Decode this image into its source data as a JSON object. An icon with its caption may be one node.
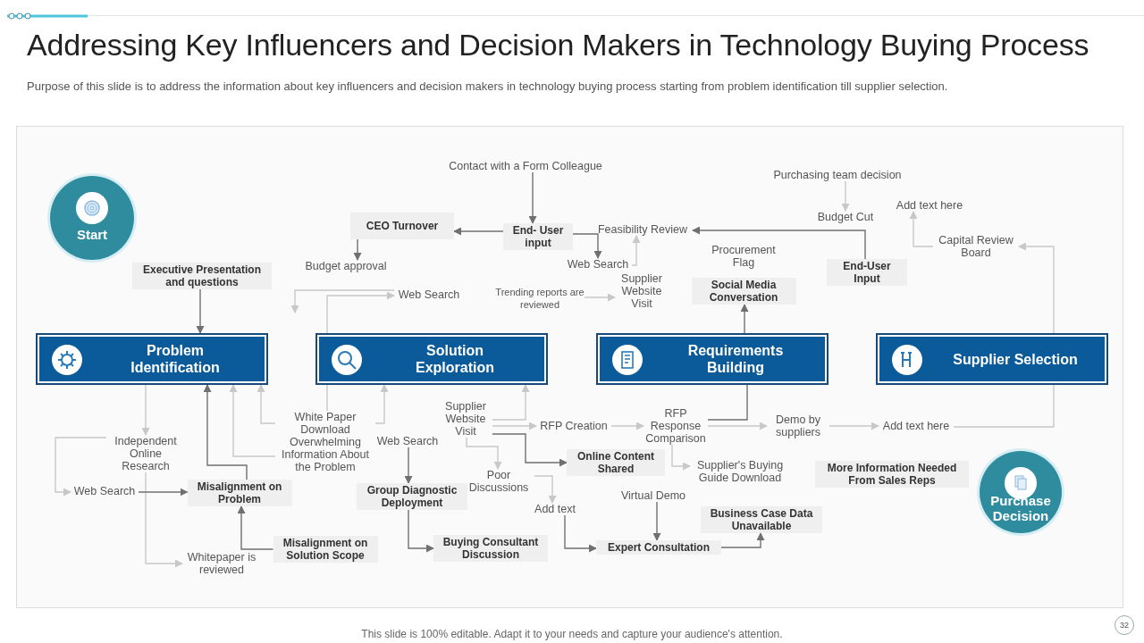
{
  "diagram": {
    "title": "Addressing Key Influencers and Decision Makers in Technology Buying Process",
    "nodes": [
      {
        "text": [
          "Start"
        ]
      },
      {
        "text": [
          "Contact with a Form Colleague"
        ]
      },
      {
        "text": [
          "CEO Turnover"
        ]
      },
      {
        "text": [
          "End- User input"
        ]
      },
      {
        "text": [
          "Feasibility Review"
        ]
      },
      {
        "text": [
          "Purchasing team decision"
        ]
      },
      {
        "text": [
          "Budget Cut"
        ]
      },
      {
        "text": [
          "Add text here"
        ]
      },
      {
        "text": [
          "Capital Review Board"
        ]
      },
      {
        "text": [
          "Executive Presentation and questions"
        ]
      },
      {
        "text": [
          "Budget approval"
        ]
      },
      {
        "text": [
          "Web Search"
        ]
      },
      {
        "text": [
          "Web Search"
        ]
      },
      {
        "text": [
          "Procurement Flag"
        ]
      },
      {
        "text": [
          "End-User Input"
        ]
      },
      {
        "text": [
          "Trending reports are reviewed"
        ]
      },
      {
        "text": [
          "Supplier Website Visit"
        ]
      },
      {
        "text": [
          "Social Media Conversation"
        ]
      },
      {
        "text": [
          "Problem Identification"
        ]
      },
      {
        "text": [
          "Solution Exploration"
        ]
      },
      {
        "text": [
          "Requirements Building"
        ]
      },
      {
        "text": [
          "Supplier Selection"
        ]
      },
      {
        "text": [
          "Independent Online Research"
        ]
      },
      {
        "text": [
          "White Paper Download Overwhelming Information About the Problem"
        ]
      },
      {
        "text": [
          "Supplier Website Visit"
        ]
      },
      {
        "text": [
          "RFP Creation"
        ]
      },
      {
        "text": [
          "RFP Response Comparison"
        ]
      },
      {
        "text": [
          "Demo by suppliers"
        ]
      },
      {
        "text": [
          "Add text here"
        ]
      },
      {
        "text": [
          "Web Search"
        ]
      },
      {
        "text": [
          "Web Search"
        ]
      },
      {
        "text": [
          "Misalignment on Problem"
        ]
      },
      {
        "text": [
          "Online Content Shared"
        ]
      },
      {
        "text": [
          "Supplier's Buying Guide Download"
        ]
      },
      {
        "text": [
          "More Information Needed From Sales Reps"
        ]
      },
      {
        "text": [
          "Group Diagnostic Deployment"
        ]
      },
      {
        "text": [
          "Poor Discussions"
        ]
      },
      {
        "text": [
          "Virtual Demo"
        ]
      },
      {
        "text": [
          "Purchase Decision"
        ]
      },
      {
        "text": [
          "Add text"
        ]
      },
      {
        "text": [
          "Business Case Data Unavailable"
        ]
      },
      {
        "text": [
          "Misalignment on Solution Scope"
        ]
      },
      {
        "text": [
          "Buying Consultant Discussion"
        ]
      },
      {
        "text": [
          "Whitepaper is reviewed"
        ]
      },
      {
        "text": [
          "Expert Consultation"
        ]
      }
    ],
    "edges": [
      {
        "from": 1,
        "to": 3,
        "arrow": "to",
        "color": "#707070"
      },
      {
        "from": 3,
        "to": 2,
        "arrow": "to",
        "color": "#707070"
      },
      {
        "from": 2,
        "to": 10,
        "arrow": "to",
        "color": "#707070"
      },
      {
        "from": 3,
        "to": 12,
        "arrow": "to",
        "color": "#707070"
      },
      {
        "from": 12,
        "to": 4,
        "arrow": "to"
      },
      {
        "from": 5,
        "to": 6,
        "arrow": "to"
      },
      {
        "from": 14,
        "to": 4,
        "arrow": "to",
        "color": "#707070"
      },
      {
        "from": 8,
        "to": 7,
        "arrow": "to"
      },
      {
        "from": 21,
        "to": 8,
        "arrow": "to"
      },
      {
        "from": 15,
        "to": 16,
        "arrow": "to"
      },
      {
        "from": 9,
        "to": 18,
        "arrow": "to",
        "color": "#707070"
      },
      {
        "from": 19,
        "to": 11,
        "arrow": "to"
      },
      {
        "from": 11,
        "to": null,
        "arrow": "to"
      },
      {
        "from": 20,
        "to": 17,
        "arrow": "to",
        "color": "#707070"
      },
      {
        "from": 26,
        "to": 20,
        "arrow": "none",
        "color": "#707070"
      },
      {
        "from": 18,
        "to": 22,
        "arrow": "to"
      },
      {
        "from": 22,
        "to": 30,
        "arrow": "to"
      },
      {
        "from": 22,
        "to": 43,
        "arrow": "to"
      },
      {
        "from": 23,
        "to": 18,
        "arrow": "to"
      },
      {
        "from": 23,
        "to": 18,
        "arrow": "to"
      },
      {
        "from": 19,
        "to": 23,
        "arrow": "none"
      },
      {
        "from": 23,
        "to": 19,
        "arrow": "to"
      },
      {
        "from": 30,
        "to": 31,
        "arrow": "to",
        "color": "#707070"
      },
      {
        "from": 31,
        "to": 18,
        "arrow": "to",
        "color": "#707070"
      },
      {
        "from": 41,
        "to": 31,
        "arrow": "to",
        "color": "#707070"
      },
      {
        "from": 29,
        "to": 35,
        "arrow": "to",
        "color": "#707070"
      },
      {
        "from": 35,
        "to": 42,
        "arrow": "to",
        "color": "#707070"
      },
      {
        "from": 24,
        "to": 19,
        "arrow": "to"
      },
      {
        "from": 24,
        "to": 25,
        "arrow": "to"
      },
      {
        "from": 24,
        "to": 32,
        "arrow": "to",
        "color": "#707070"
      },
      {
        "from": 24,
        "to": 36,
        "arrow": "to"
      },
      {
        "from": 36,
        "to": 39,
        "arrow": "to"
      },
      {
        "from": 39,
        "to": 44,
        "arrow": "to",
        "color": "#707070"
      },
      {
        "from": 37,
        "to": 44,
        "arrow": "to",
        "color": "#707070"
      },
      {
        "from": 44,
        "to": 40,
        "arrow": "to",
        "color": "#707070"
      },
      {
        "from": 25,
        "to": 26,
        "arrow": "to"
      },
      {
        "from": 26,
        "to": 33,
        "arrow": "to"
      },
      {
        "from": 26,
        "to": 27,
        "arrow": "to"
      },
      {
        "from": 27,
        "to": 28,
        "arrow": "to"
      },
      {
        "from": 28,
        "to": 21,
        "arrow": "none"
      }
    ],
    "labels": [
      "Purpose of this slide is to address the information about key influencers and decision makers in technology buying process starting from problem identification till supplier selection.",
      "This slide is 100% editable. Adapt it to your needs and capture your audience's attention.",
      "32"
    ]
  }
}
